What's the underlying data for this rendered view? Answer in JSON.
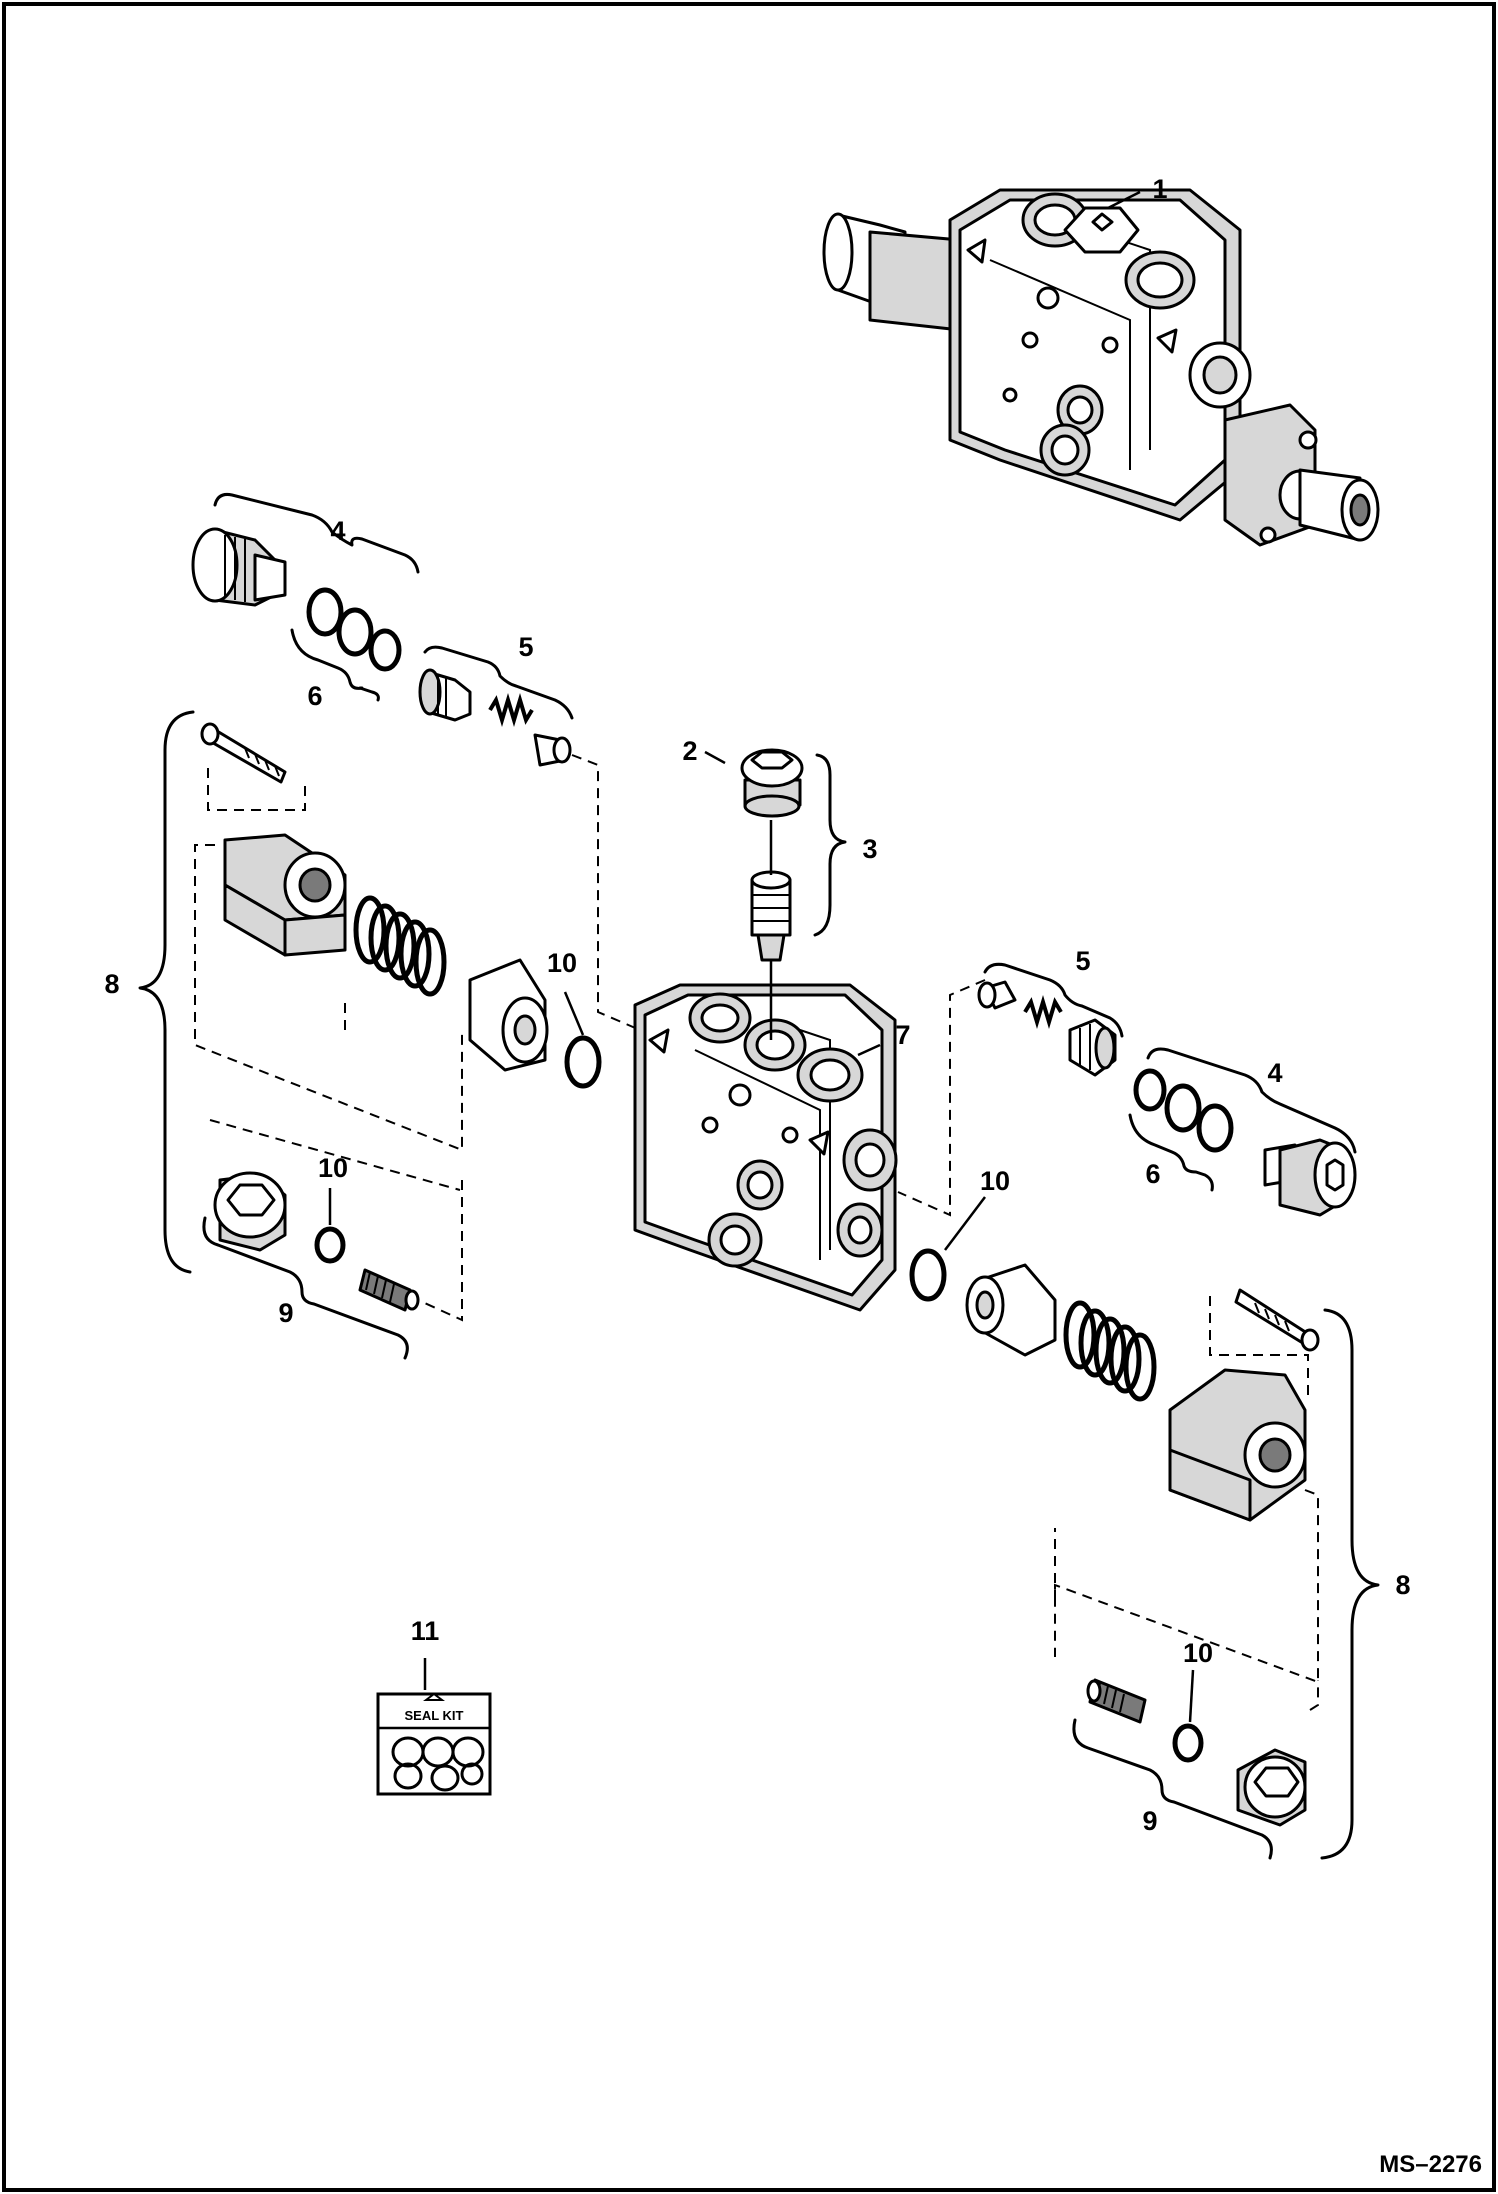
{
  "callouts": {
    "c1": "1",
    "c2": "2",
    "c3": "3",
    "c4_upper": "4",
    "c4_lower": "4",
    "c5_upper": "5",
    "c5_lower": "5",
    "c6_upper": "6",
    "c6_lower": "6",
    "c7": "7",
    "c8_left": "8",
    "c8_right": "8",
    "c9_left": "9",
    "c9_right": "9",
    "c10_a": "10",
    "c10_b": "10",
    "c10_c": "10",
    "c10_d": "10",
    "c11": "11"
  },
  "seal_kit_label": "SEAL KIT",
  "drawing_id": "MS–2276"
}
